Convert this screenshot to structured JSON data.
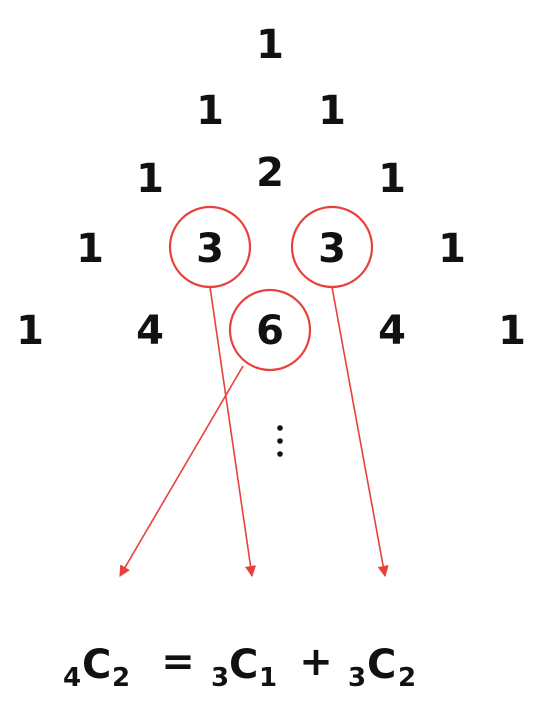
{
  "colors": {
    "text": "#111111",
    "accent": "#e8413c"
  },
  "triangle": {
    "rows": [
      [
        "1"
      ],
      [
        "1",
        "1"
      ],
      [
        "1",
        "2",
        "1"
      ],
      [
        "1",
        "3",
        "3",
        "1"
      ],
      [
        "1",
        "4",
        "6",
        "4",
        "1"
      ]
    ],
    "continuation": "⋮"
  },
  "highlighted": [
    {
      "row": 3,
      "index": 1
    },
    {
      "row": 3,
      "index": 2
    },
    {
      "row": 4,
      "index": 2
    }
  ],
  "formula": {
    "lhs": {
      "pre": "4",
      "main": "C",
      "post": "2"
    },
    "equals": "=",
    "term1": {
      "pre": "3",
      "main": "C",
      "post": "1"
    },
    "plus": "+",
    "term2": {
      "pre": "3",
      "main": "C",
      "post": "2"
    }
  }
}
